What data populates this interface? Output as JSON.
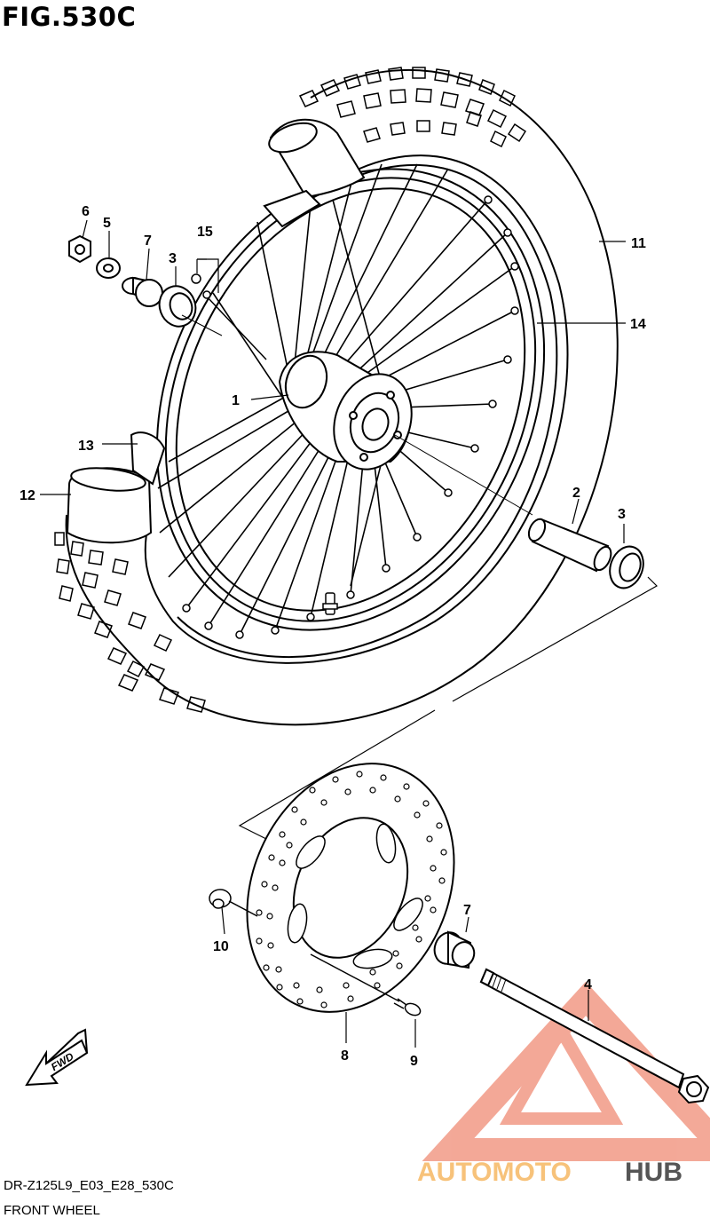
{
  "figure": {
    "title": "FIG.530C",
    "model_code": "DR-Z125L9_E03_E28_530C",
    "section_name": "FRONT WHEEL"
  },
  "callouts": [
    "1",
    "2",
    "3",
    "3",
    "4",
    "5",
    "6",
    "7",
    "7",
    "8",
    "9",
    "10",
    "11",
    "12",
    "13",
    "14",
    "15"
  ],
  "direction_badge": "FWD",
  "watermark": {
    "part1": "AUTOMOTO",
    "part2": "HUB",
    "color_main": "#f19a86",
    "color_accent": "#f7c27a",
    "color_dark": "#555555"
  }
}
